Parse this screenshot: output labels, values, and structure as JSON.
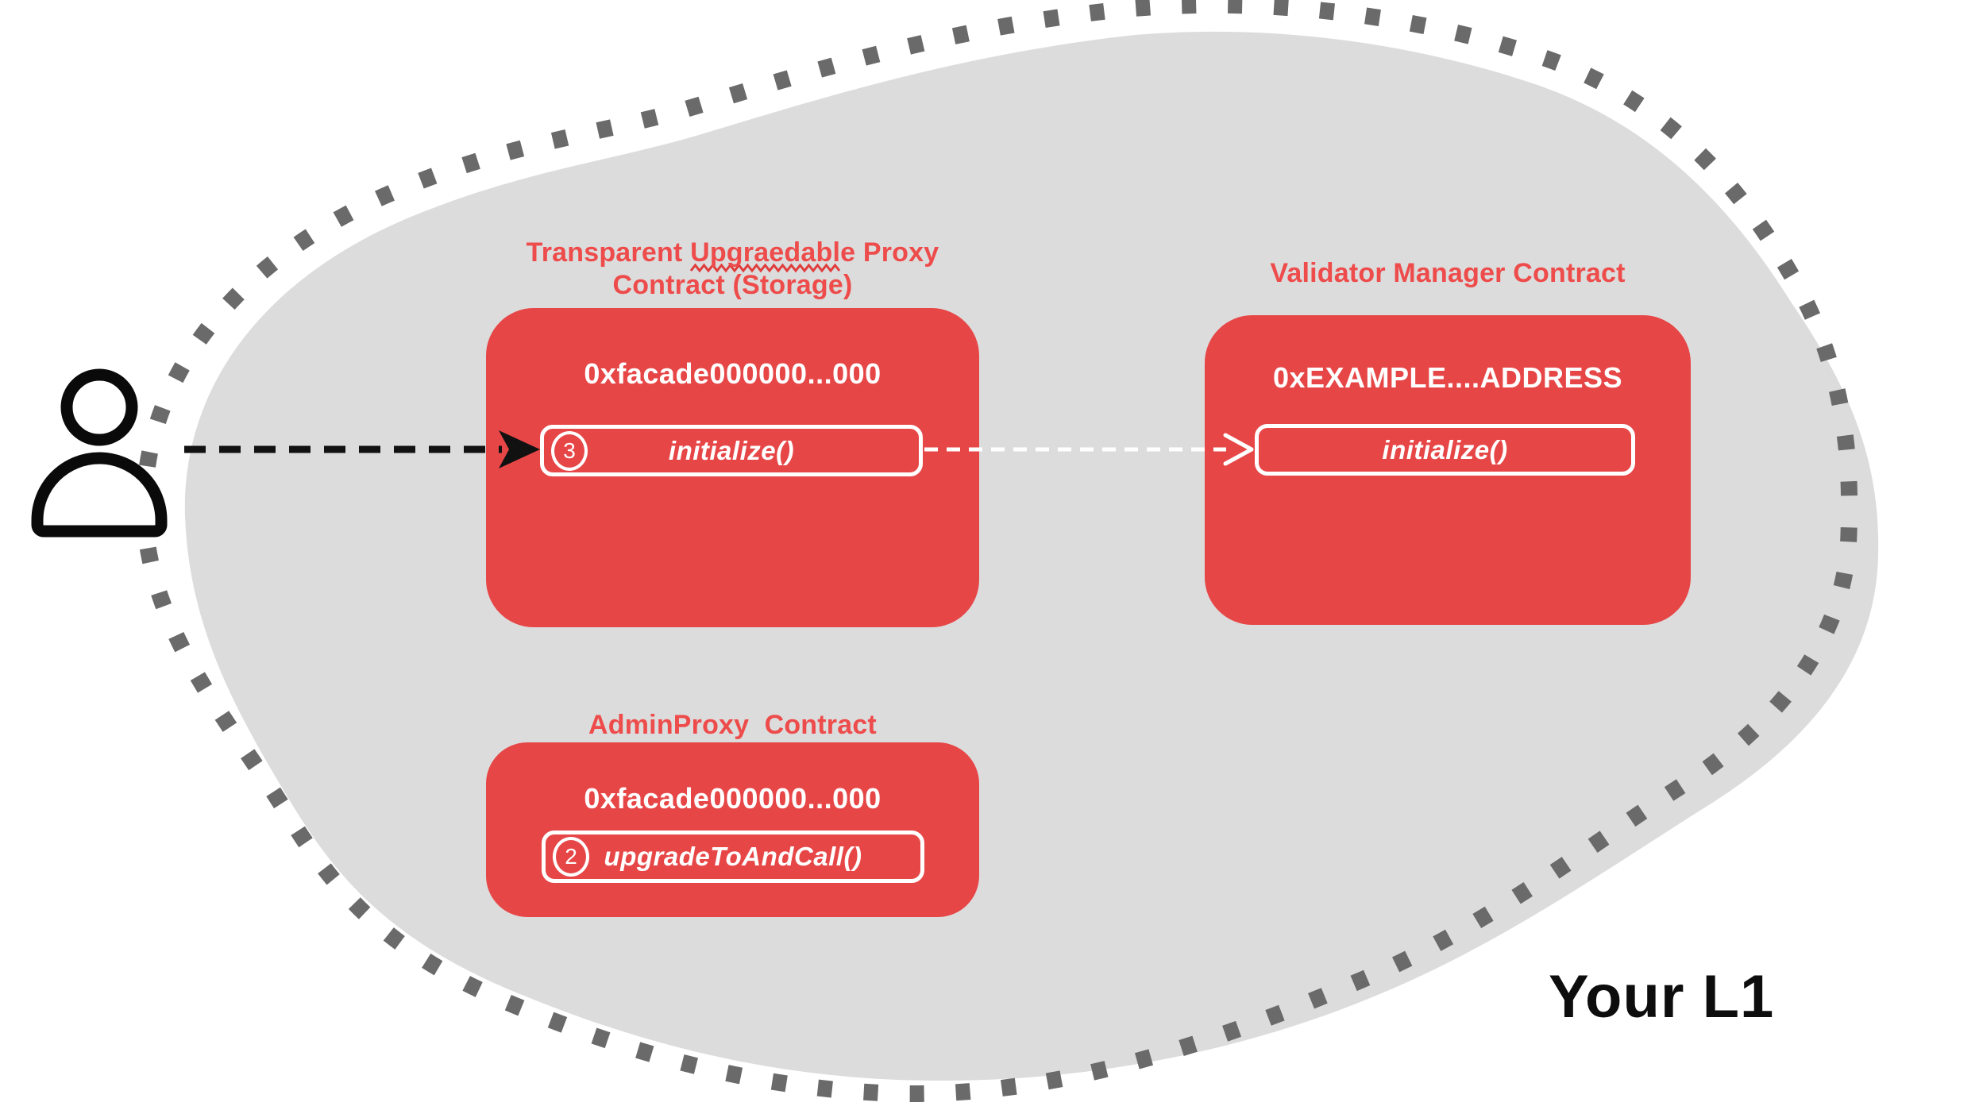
{
  "diagram": {
    "region_label": "Your L1",
    "actor": {
      "icon": "person-icon"
    },
    "contracts": {
      "proxy": {
        "title_line1": "Transparent Upgraedable Proxy",
        "title_line2": "Contract (Storage)",
        "address": "0xfacade000000...000",
        "method": {
          "step": "3",
          "label": "initialize()"
        }
      },
      "validator": {
        "title": "Validator Manager Contract",
        "address": "0xEXAMPLE....ADDRESS",
        "method": {
          "label": "initialize()"
        }
      },
      "admin": {
        "title": "AdminProxy  Contract",
        "address": "0xfacade000000...000",
        "method": {
          "step": "2",
          "label": "upgradeToAndCall()"
        }
      }
    },
    "arrows": {
      "user_to_proxy": "black-dashed-arrow",
      "proxy_to_validator": "white-dashed-arrow"
    },
    "colors": {
      "box_red": "#e74647",
      "title_red": "#ee4b4b",
      "blob_gray": "#dcdcdc",
      "dot_gray": "#6a6a6a",
      "text_black": "#0d0d0d",
      "white": "#ffffff"
    }
  }
}
